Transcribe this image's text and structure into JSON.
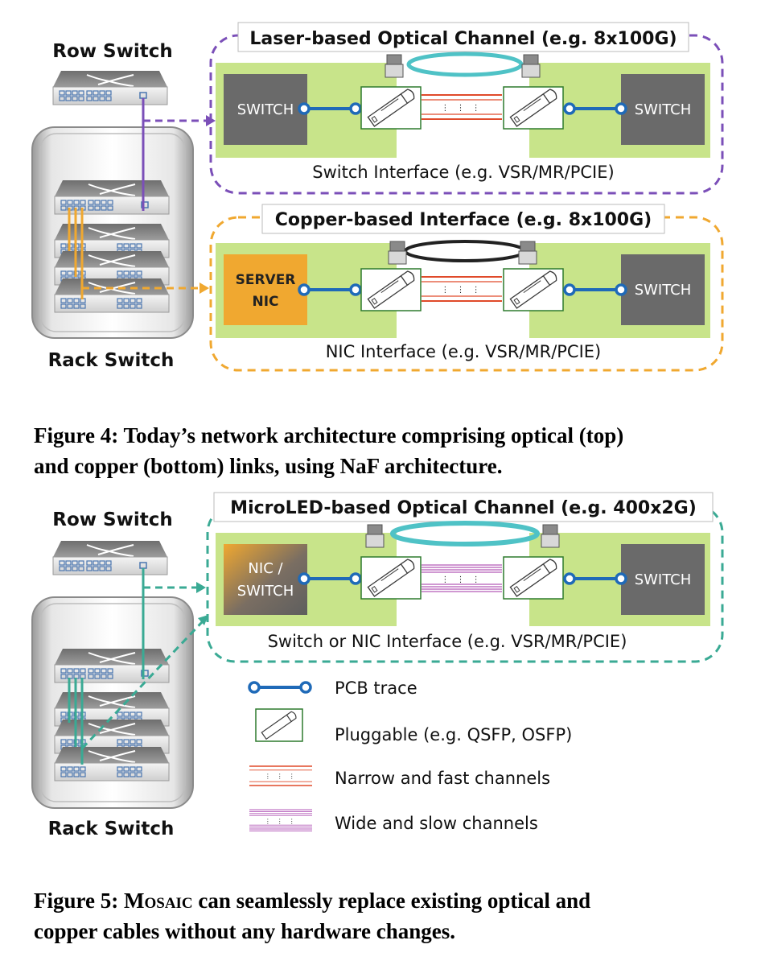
{
  "figure4": {
    "row_switch": "Row Switch",
    "rack_switch": "Rack Switch",
    "optical_title": "Laser-based Optical Channel (e.g. 8x100G)",
    "optical_interface": "Switch Interface (e.g. VSR/MR/PCIE)",
    "copper_title": "Copper-based Interface (e.g. 8x100G)",
    "copper_interface": "NIC Interface (e.g. VSR/MR/PCIE)",
    "switch_label": "SWITCH",
    "server_nic_line1": "SERVER",
    "server_nic_line2": "NIC",
    "caption_line1": "Figure 4: Today’s network architecture comprising optical (top)",
    "caption_line2": "and copper (bottom) links, using NaF architecture."
  },
  "figure5": {
    "row_switch": "Row Switch",
    "rack_switch": "Rack Switch",
    "microled_title": "MicroLED-based Optical Channel (e.g. 400x2G)",
    "interface": "Switch or NIC Interface (e.g. VSR/MR/PCIE)",
    "nic_switch_line1": "NIC /",
    "nic_switch_line2": "SWITCH",
    "switch_label": "SWITCH",
    "legend": {
      "pcb_trace": "PCB trace",
      "pluggable": "Pluggable (e.g. QSFP, OSFP)",
      "narrow_fast": "Narrow and fast channels",
      "wide_slow": "Wide and slow channels"
    },
    "caption_prefix": "Figure 5: ",
    "caption_mosaic": "Mosaic",
    "caption_rest": " can seamlessly replace existing optical and",
    "caption_line2": "copper cables without any hardware changes."
  },
  "colors": {
    "purple": "#7b4fb8",
    "orange": "#f0a830",
    "teal": "#3aaa94",
    "pcb_green": "#c8e48a",
    "switch_gray": "#6a6a6a",
    "pcb_blue": "#1f6ab8",
    "red_channel": "#e04a2a",
    "magenta_channel": "#b35ab8"
  },
  "icons": [
    "switch-icon",
    "pluggable-icon",
    "cable-icon",
    "pcb-trace-icon"
  ]
}
